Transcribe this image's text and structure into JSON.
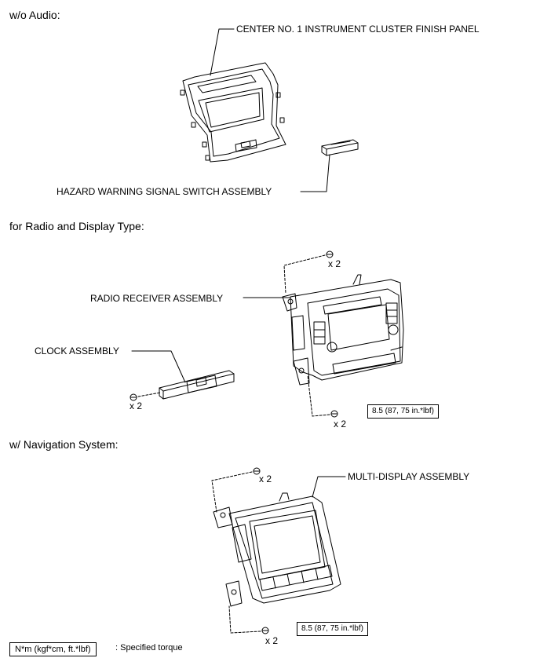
{
  "sections": {
    "wo_audio": "w/o Audio:",
    "radio_display": "for Radio and Display Type:",
    "navigation": "w/ Navigation System:"
  },
  "labels": {
    "center_panel": "CENTER NO. 1 INSTRUMENT CLUSTER FINISH PANEL",
    "hazard_switch": "HAZARD WARNING SIGNAL SWITCH ASSEMBLY",
    "radio_receiver": "RADIO RECEIVER ASSEMBLY",
    "clock": "CLOCK ASSEMBLY",
    "multi_display": "MULTI-DISPLAY ASSEMBLY"
  },
  "quantities": {
    "radio_top": "x 2",
    "clock": "x 2",
    "radio_bottom": "x 2",
    "nav_top": "x 2",
    "nav_bottom": "x 2"
  },
  "torques": {
    "radio": "8.5 (87, 75 in.*lbf)",
    "nav": "8.5 (87, 75 in.*lbf)"
  },
  "legend": {
    "unit": "N*m (kgf*cm, ft.*lbf)",
    "text": ": Specified torque"
  }
}
